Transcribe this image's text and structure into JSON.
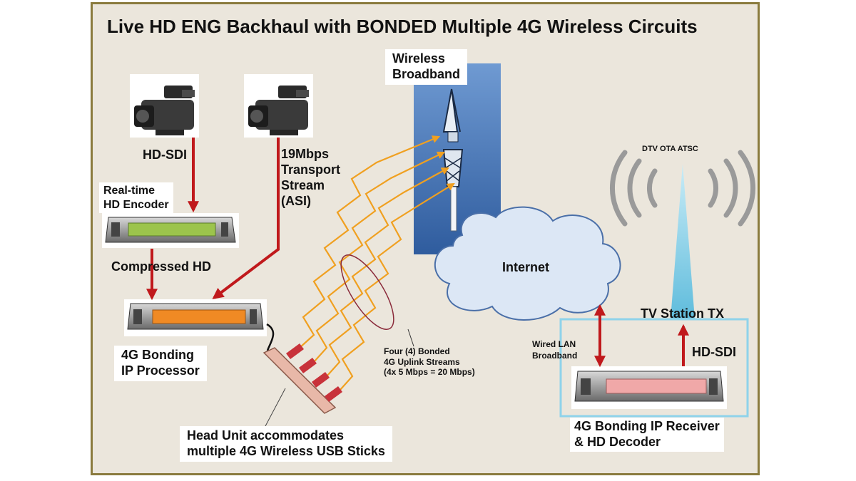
{
  "diagram": {
    "title": "Live HD ENG Backhaul with BONDED Multiple 4G Wireless Circuits",
    "labels": {
      "hd_sdi_left": "HD-SDI",
      "transport_stream": [
        "19Mbps",
        "Transport",
        "Stream",
        "(ASI)"
      ],
      "encoder": [
        "Real-time",
        "HD Encoder"
      ],
      "compressed_hd": "Compressed HD",
      "processor": [
        "4G Bonding",
        "IP Processor"
      ],
      "head_unit": [
        "Head Unit accommodates",
        "multiple 4G Wireless USB Sticks"
      ],
      "uplink": [
        "Four (4) Bonded",
        "4G Uplink Streams",
        "(4x 5 Mbps = 20 Mbps)"
      ],
      "wireless": [
        "Wireless",
        "Broadband"
      ],
      "internet": "Internet",
      "dtv": "DTV OTA ATSC",
      "tv_station": "TV Station  TX",
      "wired_lan": [
        "Wired LAN",
        "Broadband"
      ],
      "hd_sdi_right": "HD-SDI",
      "receiver": [
        "4G Bonding  IP Receiver",
        "& HD Decoder"
      ]
    },
    "colors": {
      "background": "#ebe6dc",
      "border": "#8a7b3e",
      "arrow": "#c0191c",
      "signal": "#f0a020",
      "sky": "#4a78b8",
      "cloud": "#dce7f5",
      "tower": "#8fd3ea",
      "encoder_display": "#9cc44c",
      "processor_display": "#f08a24",
      "receiver_display": "#f0a8a8",
      "head_unit": "#e8b8a8",
      "usb_stick": "#c8323a"
    },
    "icons": [
      "camera-icon",
      "cell-tower-icon",
      "cloud-icon",
      "broadcast-waves-icon",
      "rack-unit-icon"
    ]
  }
}
